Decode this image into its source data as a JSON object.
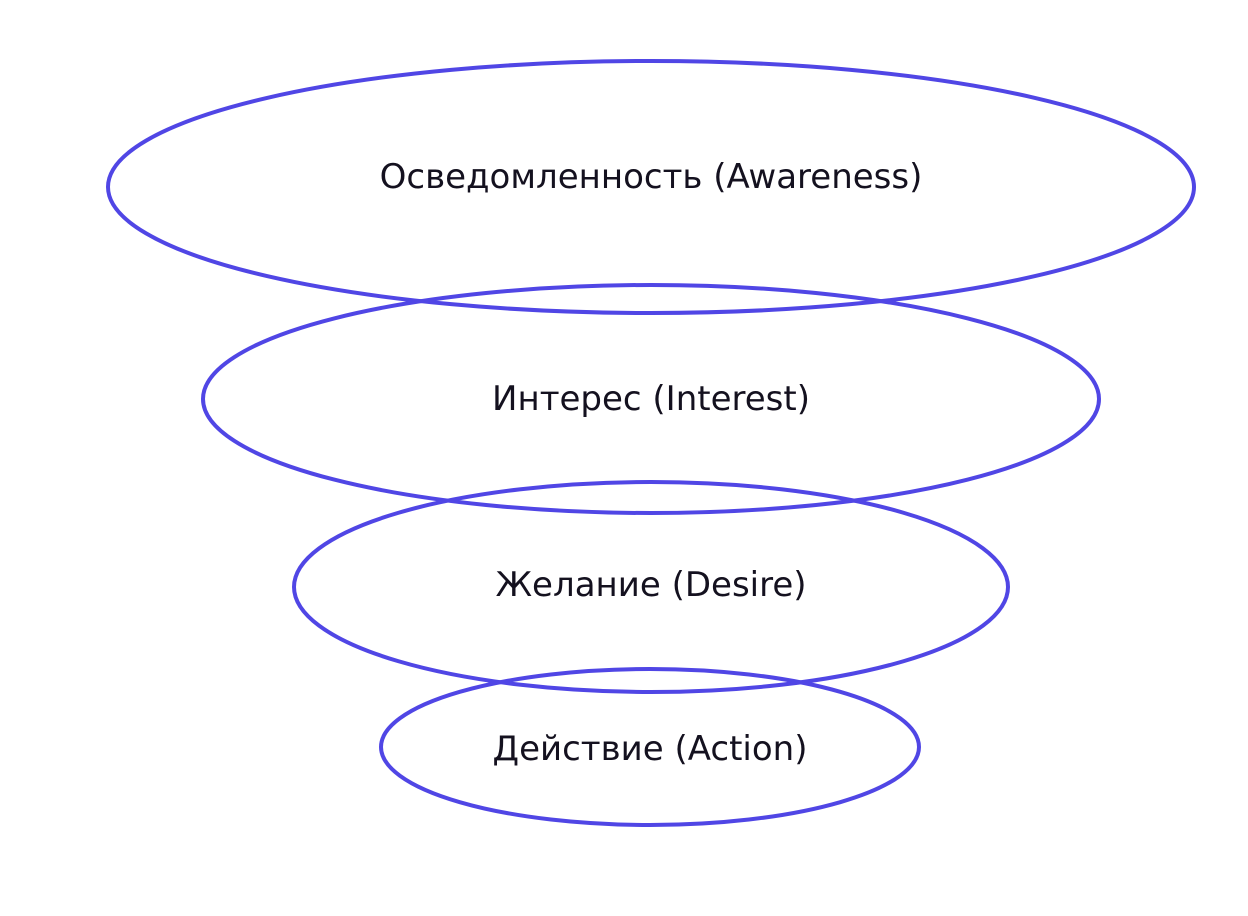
{
  "colors": {
    "stroke": "#5046e5",
    "text": "#14111f",
    "background": "#ffffff"
  },
  "stages": [
    {
      "label": "Осведомленность (Awareness)"
    },
    {
      "label": "Интерес (Interest)"
    },
    {
      "label": "Желание (Desire)"
    },
    {
      "label": "Действие (Action)"
    }
  ]
}
